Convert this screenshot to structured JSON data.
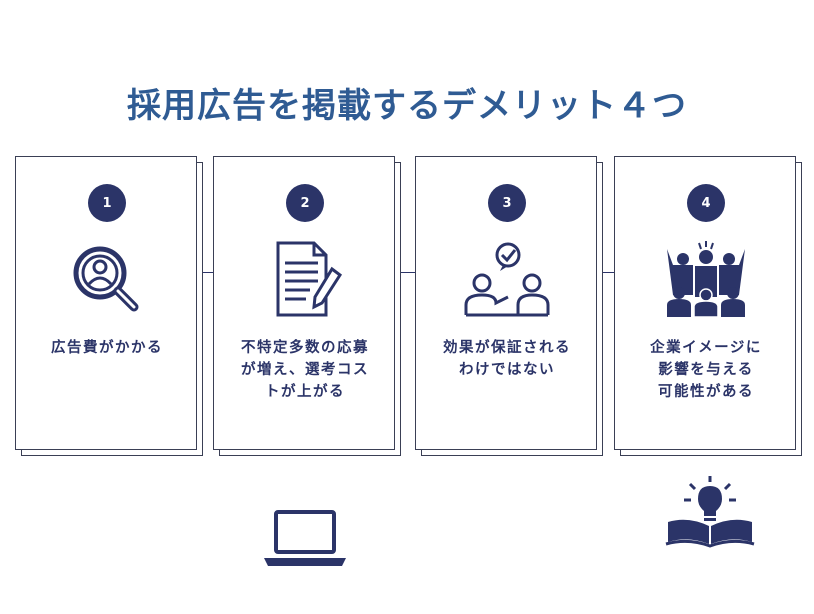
{
  "title": "採用広告を掲載するデメリット４つ",
  "cards": [
    {
      "number": "1",
      "label": "広告費がかかる",
      "icon": "search-person-icon"
    },
    {
      "number": "2",
      "label": "不特定多数の応募\nが増え、選考コス\nトが上がる",
      "icon": "document-pencil-icon"
    },
    {
      "number": "3",
      "label": "効果が保証される\nわけではない",
      "icon": "consultation-icon"
    },
    {
      "number": "4",
      "label": "企業イメージに\n影響を与える\n可能性がある",
      "icon": "crowd-icon"
    }
  ],
  "decorations": [
    "laptop-icon",
    "book-lightbulb-icon"
  ],
  "colors": {
    "primary": "#2b3468",
    "title": "#2f5b93"
  }
}
